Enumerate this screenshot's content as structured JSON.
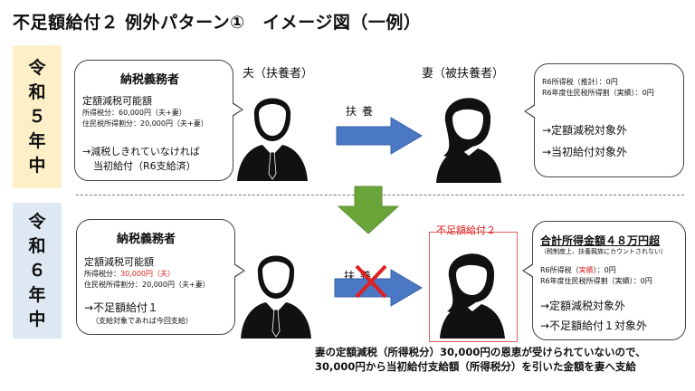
{
  "title": "不足額給付２ 例外パターン①　イメージ図（一例）",
  "era_labels": {
    "r5": [
      "令",
      "和",
      "５",
      "年",
      "中"
    ],
    "r6": [
      "令",
      "和",
      "６",
      "年",
      "中"
    ]
  },
  "r5": {
    "husband_label": "夫（扶養者）",
    "wife_label": "妻（被扶養者）",
    "arrow_label": "扶養",
    "left_bubble": {
      "heading": "納税義務者",
      "line1": "定額減税可能額",
      "line2": "所得税分：60,000円（夫+妻）",
      "line3": "住民税所得割分：20,000円（夫+妻）",
      "line4": "→減税しきれていなければ",
      "line5": "当初給付（R6支給済）"
    },
    "right_bubble": {
      "line1": "R6所得税（推計）：0円",
      "line2": "R6年度住民税所得割（実績）：0円",
      "line3": "→定額減税対象外",
      "line4": "→当初給付対象外"
    }
  },
  "r6": {
    "arrow_label": "扶養",
    "wife_tag": "不足額給付２",
    "left_bubble": {
      "heading": "納税義務者",
      "line1": "定額減税可能額",
      "line2_prefix": "所得税分：",
      "line2_highlight": "30,000円（夫）",
      "line3": "住民税所得割分：20,000円（夫+妻）",
      "line4": "→不足額給付１",
      "line5": "（支給対象であれば今回支給）"
    },
    "right_bubble": {
      "heading": "合計所得金額４８万円超",
      "note": "（税制度上、扶養親族にカウントされない）",
      "line1_prefix": "R6所得税（",
      "line1_highlight": "実績",
      "line1_suffix": "）：0円",
      "line2": "R6年度住民税所得割（実績）：0円",
      "line3": "→定額減税対象外",
      "line4": "→不足額給付１対象外"
    }
  },
  "bottom_note": {
    "line1": "妻の定額減税（所得税分）30,000円の恩恵が受けられていないので、",
    "line2": "30,000円から当初給付支給額（所得税分）を引いた金額を妻へ支給"
  },
  "colors": {
    "r5_band": "#fdf0c8",
    "r6_band": "#dde8f3",
    "arrow_blue": "#4a78c4",
    "arrow_green": "#6aa53a",
    "cross_red": "#e02020"
  }
}
